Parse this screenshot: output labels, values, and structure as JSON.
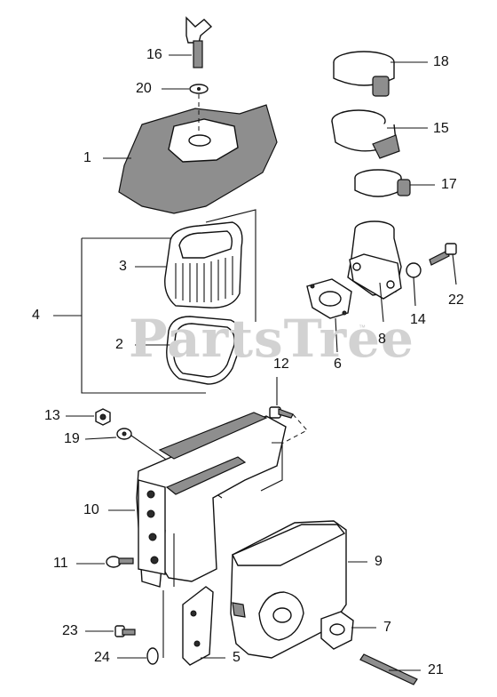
{
  "watermark": "PartsTree",
  "trademark": "™",
  "callouts": {
    "p1": "1",
    "p2": "2",
    "p3": "3",
    "p4": "4",
    "p5": "5",
    "p6": "6",
    "p7": "7",
    "p8": "8",
    "p9": "9",
    "p10": "10",
    "p11": "11",
    "p12": "12",
    "p13": "13",
    "p14": "14",
    "p15": "15",
    "p16": "16",
    "p17": "17",
    "p18": "18",
    "p19": "19",
    "p20": "20",
    "p21": "21",
    "p22": "22",
    "p23": "23",
    "p24": "24"
  },
  "colors": {
    "line": "#111111",
    "shade": "#8e8e8e",
    "watermark": "#d2d2d2"
  }
}
